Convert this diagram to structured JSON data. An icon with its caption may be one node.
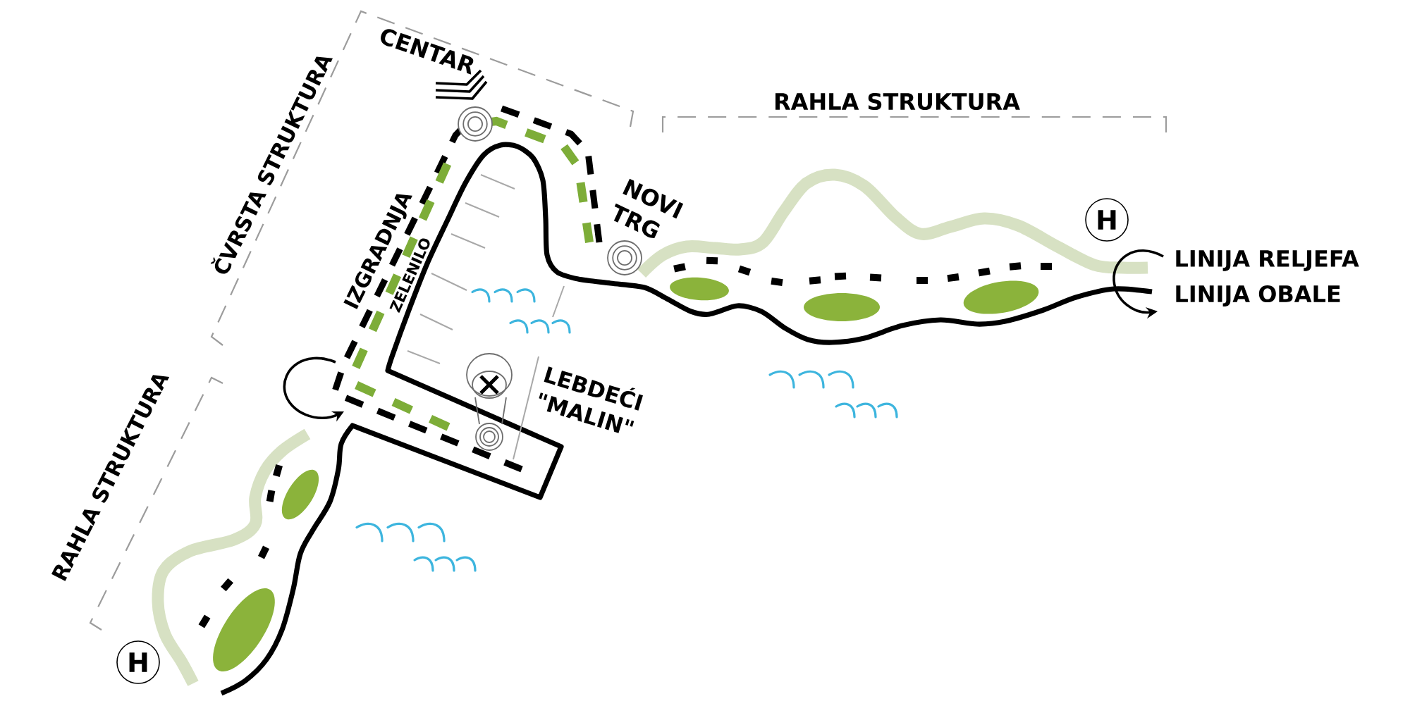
{
  "diagram": {
    "nodes": [
      {
        "text": [
          "H"
        ]
      },
      {
        "text": [
          "H"
        ]
      }
    ],
    "labels": [
      "CENTAR",
      "ČVRSTA STRUKTURA",
      "RAHLA STRUKTURA",
      "NOVI TRG",
      "IZGRADNJA",
      "ZELENILO",
      "LINIJA RELJEFA",
      "LINIJA OBALE",
      "LEBDEĆI \"MALIN\"",
      "RAHLA STRUKTURA"
    ]
  }
}
